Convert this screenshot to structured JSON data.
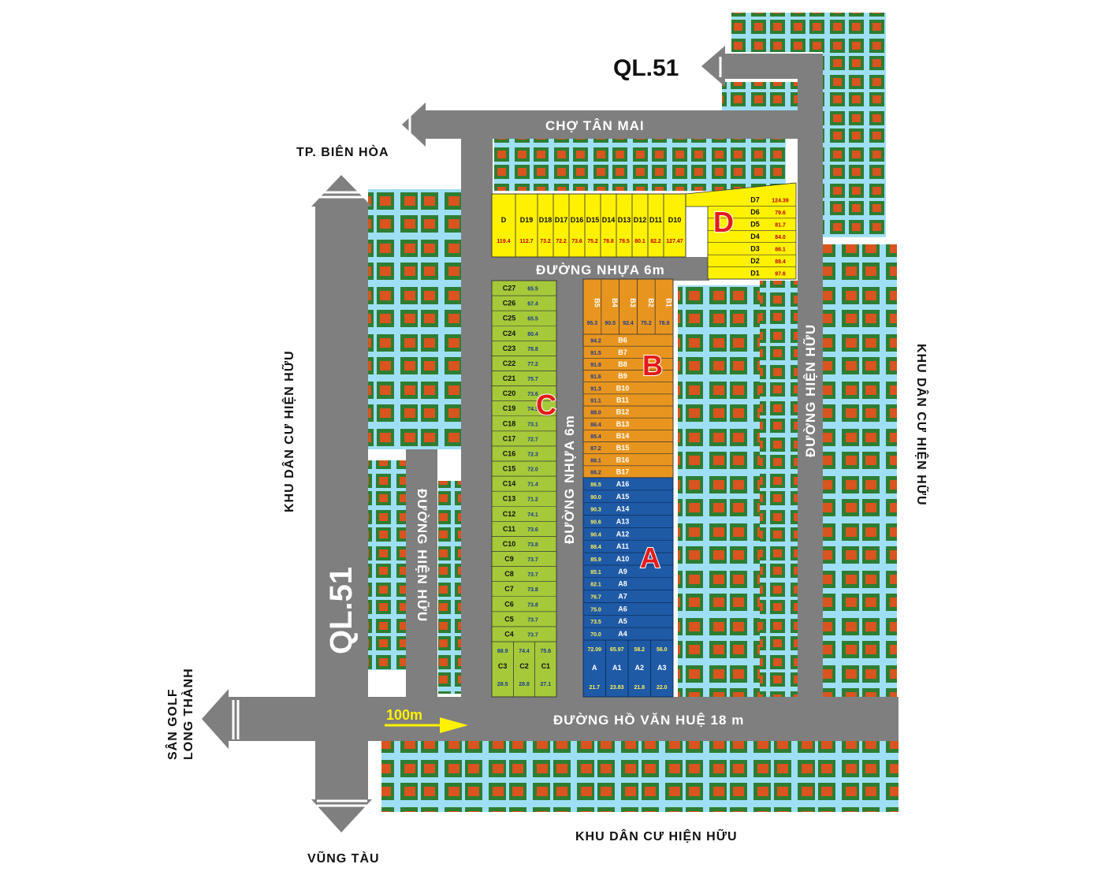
{
  "colors": {
    "road": "#7f7f80",
    "block_a": "#1f5aa6",
    "block_b": "#e8951f",
    "block_c": "#a6c93a",
    "block_d": "#fff200",
    "park": "#9fdff5",
    "arrow": "#fff200"
  },
  "roads": {
    "ql51_top": "QL.51",
    "ql51_main": "QL.51",
    "cho_tan_mai": "CHỢ TÂN MAI",
    "duong_nhua_top": "ĐƯỜNG NHỰA 6m",
    "duong_nhua_mid": "ĐƯỜNG NHỰA 6m",
    "duong_hien_huu_left": "ĐƯỜNG HIỆN HỮU",
    "duong_hien_huu_right": "ĐƯỜNG HIỆN HỮU",
    "ho_van_hue": "ĐƯỜNG HỒ VĂN HUỆ 18 m"
  },
  "places": {
    "bien_hoa": "TP. BIÊN HÒA",
    "vung_tau": "VŨNG TÀU",
    "golf_line1": "SÂN GOLF",
    "golf_line2": "LONG THÀNH",
    "khu_dan_cu_left": "KHU DÂN CƯ HIỆN HỮU",
    "khu_dan_cu_right": "KHU DÂN CƯ HIỆN HỮU",
    "khu_dan_cu_bottom": "KHU DÂN CƯ HIỆN HỮU"
  },
  "scale": "100m",
  "blocks": {
    "A": "A",
    "B": "B",
    "C": "C",
    "D": "D"
  },
  "lots_d_top": [
    {
      "id": "D",
      "area": "119.4"
    },
    {
      "id": "D19",
      "area": "112.7"
    },
    {
      "id": "D18",
      "area": "73.2"
    },
    {
      "id": "D17",
      "area": "72.2"
    },
    {
      "id": "D16",
      "area": "73.6"
    },
    {
      "id": "D15",
      "area": "75.2"
    },
    {
      "id": "D14",
      "area": "78.8"
    },
    {
      "id": "D13",
      "area": "78.5"
    },
    {
      "id": "D12",
      "area": "80.1"
    },
    {
      "id": "D11",
      "area": "82.2"
    },
    {
      "id": "D10",
      "area": "127.47"
    }
  ],
  "lots_d_right": [
    {
      "id": "D7",
      "area": "124.39"
    },
    {
      "id": "D6",
      "area": "79.6"
    },
    {
      "id": "D5",
      "area": "81.7"
    },
    {
      "id": "D4",
      "area": "84.0"
    },
    {
      "id": "D3",
      "area": "86.1"
    },
    {
      "id": "D2",
      "area": "88.4"
    },
    {
      "id": "D1",
      "area": "97.6"
    }
  ],
  "lots_b_top": [
    {
      "id": "B5",
      "area": "95.3"
    },
    {
      "id": "B4",
      "area": "90.5"
    },
    {
      "id": "B3",
      "area": "92.4"
    },
    {
      "id": "B2",
      "area": "75.2"
    },
    {
      "id": "B1",
      "area": "78.9"
    }
  ],
  "lots_b_rows": [
    {
      "id": "B6",
      "area": "94.2"
    },
    {
      "id": "B7",
      "area": "91.5"
    },
    {
      "id": "B8",
      "area": "91.8"
    },
    {
      "id": "B9",
      "area": "91.6"
    },
    {
      "id": "B10",
      "area": "91.3"
    },
    {
      "id": "B11",
      "area": "91.1"
    },
    {
      "id": "B12",
      "area": "88.0"
    },
    {
      "id": "B13",
      "area": "86.4"
    },
    {
      "id": "B14",
      "area": "85.4"
    },
    {
      "id": "B15",
      "area": "87.2"
    },
    {
      "id": "B16",
      "area": "86.1"
    },
    {
      "id": "B17",
      "area": "86.2"
    }
  ],
  "lots_a_rows": [
    {
      "id": "A16",
      "area": "86.5"
    },
    {
      "id": "A15",
      "area": "90.0"
    },
    {
      "id": "A14",
      "area": "90.3"
    },
    {
      "id": "A13",
      "area": "90.6"
    },
    {
      "id": "A12",
      "area": "90.4"
    },
    {
      "id": "A11",
      "area": "88.4"
    },
    {
      "id": "A10",
      "area": "85.9"
    },
    {
      "id": "A9",
      "area": "85.1"
    },
    {
      "id": "A8",
      "area": "82.1"
    },
    {
      "id": "A7",
      "area": "76.7"
    },
    {
      "id": "A6",
      "area": "75.0"
    },
    {
      "id": "A5",
      "area": "73.5"
    },
    {
      "id": "A4",
      "area": "70.0"
    }
  ],
  "lots_a_bottom": [
    {
      "id": "A",
      "area": "72.09",
      "w": "21.7"
    },
    {
      "id": "A1",
      "area": "65.97",
      "w": "23.83"
    },
    {
      "id": "A2",
      "area": "58.2",
      "w": "21.8"
    },
    {
      "id": "A3",
      "area": "56.0",
      "w": "22.0"
    }
  ],
  "lots_c_rows": [
    {
      "id": "C27",
      "area": "65.5"
    },
    {
      "id": "C26",
      "area": "67.4"
    },
    {
      "id": "C25",
      "area": "65.5"
    },
    {
      "id": "C24",
      "area": "80.4"
    },
    {
      "id": "C23",
      "area": "78.8"
    },
    {
      "id": "C22",
      "area": "77.2"
    },
    {
      "id": "C21",
      "area": "75.7"
    },
    {
      "id": "C20",
      "area": "73.6"
    },
    {
      "id": "C19",
      "area": "74.3"
    },
    {
      "id": "C18",
      "area": "73.1"
    },
    {
      "id": "C17",
      "area": "72.7"
    },
    {
      "id": "C16",
      "area": "72.3"
    },
    {
      "id": "C15",
      "area": "72.0"
    },
    {
      "id": "C14",
      "area": "71.4"
    },
    {
      "id": "C13",
      "area": "71.2"
    },
    {
      "id": "C12",
      "area": "74.1"
    },
    {
      "id": "C11",
      "area": "73.6"
    },
    {
      "id": "C10",
      "area": "73.8"
    },
    {
      "id": "C9",
      "area": "73.7"
    },
    {
      "id": "C8",
      "area": "73.7"
    },
    {
      "id": "C7",
      "area": "73.8"
    },
    {
      "id": "C6",
      "area": "73.8"
    },
    {
      "id": "C5",
      "area": "73.7"
    },
    {
      "id": "C4",
      "area": "73.7"
    }
  ],
  "lots_c_bottom": [
    {
      "id": "C3",
      "area": "88.9",
      "w": "28.5"
    },
    {
      "id": "C2",
      "area": "74.4",
      "w": "28.8"
    },
    {
      "id": "C1",
      "area": "75.6",
      "w": "27.1"
    }
  ]
}
